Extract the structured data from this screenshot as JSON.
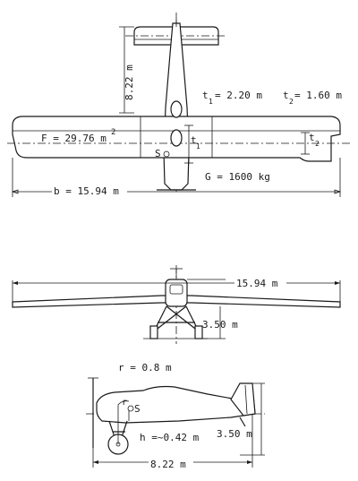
{
  "top_view": {
    "length_label": "8.22 m",
    "t1_label": "t",
    "t1_sub": "1",
    "t1_value": "= 2.20 m",
    "t2_label": "t",
    "t2_sub": "2",
    "t2_value": "= 1.60 m",
    "area_label": "F = 29.76 m",
    "area_sup": "2",
    "cg_label": "S",
    "inner_t1": "t",
    "inner_t1_sub": "1",
    "inner_t2": "t",
    "inner_t2_sub": "2",
    "weight_label": "G = 1600 kg",
    "span_label": "b = 15.94 m"
  },
  "front_view": {
    "span_label": "15.94 m",
    "height_label": "3.50 m"
  },
  "side_view": {
    "radius_label": "r = 0.8 m",
    "r_marker": "r",
    "cg_label": "S",
    "h_label": "h =~0.42 m",
    "height_label": "3.50 m",
    "length_label": "8.22 m"
  }
}
